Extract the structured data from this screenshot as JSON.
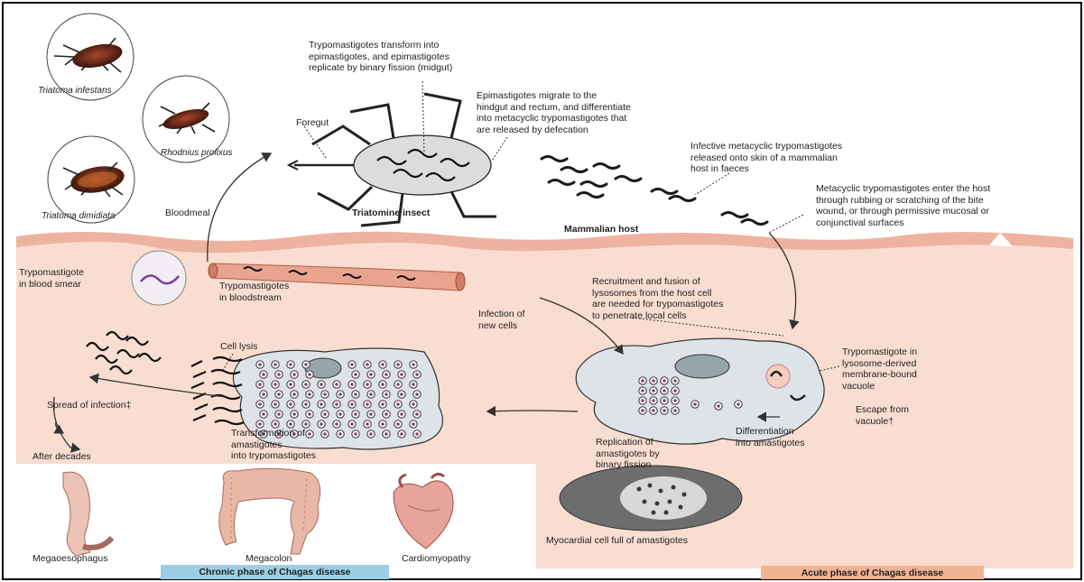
{
  "insects": {
    "infestans": "Triatoma infestans",
    "prolixus": "Rhodnius prolixus",
    "dimidiata": "Triatoma dimidiata"
  },
  "vector": {
    "triatomine": "Triatomine insect",
    "foregut": "Foregut",
    "bloodmeal": "Bloodmeal",
    "midgut": "Trypomastigotes transform into\nepimastigotes, and epimastigotes\nreplicate by binary fission (midgut)",
    "hindgut": "Epimastigotes migrate to the\nhindgut and rectum, and differentiate\ninto metacyclic trypomastigotes that\nare released by defecation"
  },
  "host": {
    "mammalian": "Mammalian host",
    "infective": "Infective metacyclic trypomastigotes\nreleased onto skin of a mammalian\nhost in faeces",
    "enter": "Metacyclic trypomastigotes enter the host\nthrough rubbing or scratching of the bite\nwound, or through permissive mucosal or\nconjunctival surfaces"
  },
  "cycle": {
    "smear": "Trypomastigote\nin blood smear",
    "bloodstream": "Trypomastigotes\nin bloodstream",
    "recruitment": "Recruitment and fusion of\nlysosomes from the host cell\nare needed for trypomastigotes\nto penetrate local cells",
    "infection_new": "Infection of\nnew cells",
    "cell_lysis": "Cell lysis",
    "spread": "Spread of infection‡",
    "vacuole": "Trypomastigote in\nlysosome-derived\nmembrane-bound\nvacuole",
    "escape": "Escape from\nvacuole†",
    "differentiation": "Differentiation\ninto amastigotes",
    "replication": "Replication of\namastigotes by\nbinary fission",
    "transformation": "Transformation of\namastigotes\ninto trypomastigotes",
    "after_decades": "After decades",
    "myocardial": "Myocardial cell full of amastigotes"
  },
  "organs": {
    "megaoesophagus": "Megaoesophagus",
    "megacolon": "Megacolon",
    "cardiomyopathy": "Cardiomyopathy"
  },
  "phases": {
    "chronic": "Chronic phase of Chagas disease",
    "acute": "Acute phase of Chagas disease"
  },
  "colors": {
    "skin": "#f9ddd0",
    "skin_edge": "#e9a892",
    "cell": "#dde3e7",
    "chronic_band": "#9ccfe4",
    "acute_band": "#f2b295"
  }
}
